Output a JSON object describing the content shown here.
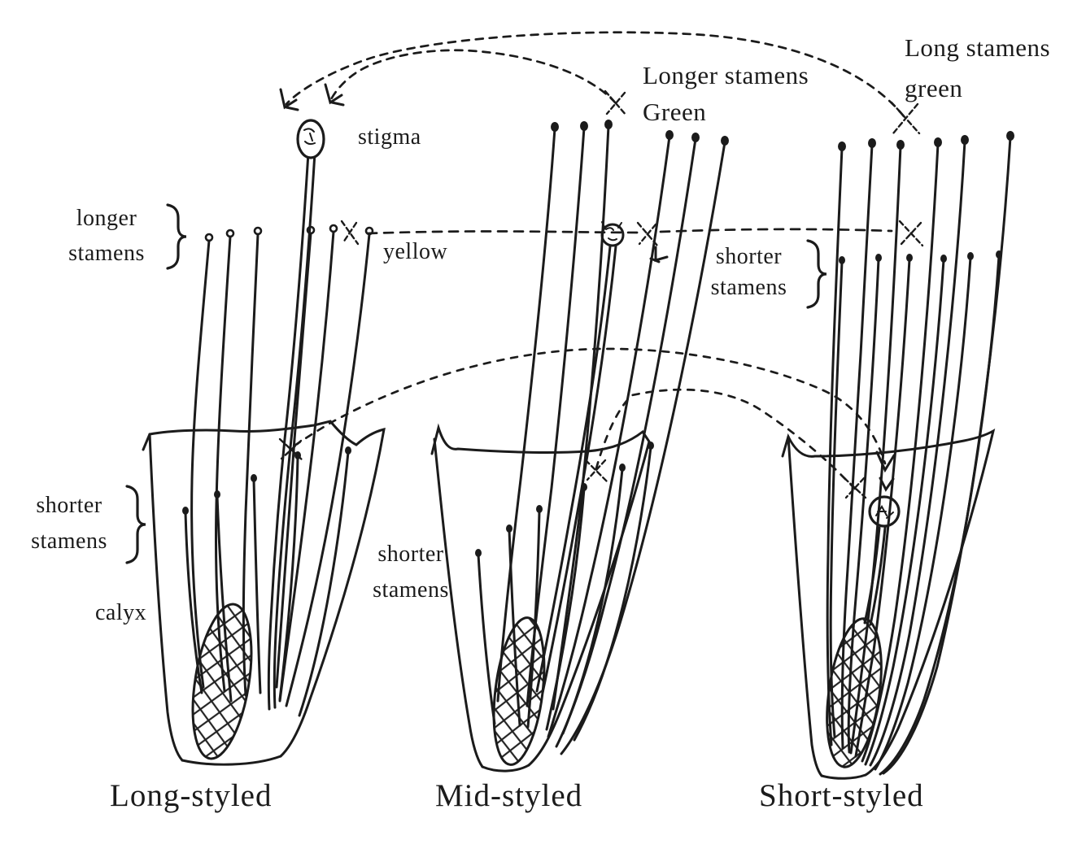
{
  "figure": {
    "background_color": "#ffffff",
    "ink_color": "#1b1b1b",
    "annotations": {
      "long_stamens_green": {
        "line1": "Long stamens",
        "line2": "green"
      },
      "longer_stamens_green": {
        "line1": "Longer stamens",
        "line2": "Green"
      },
      "stigma": "stigma",
      "longer_stamens_left": {
        "line1": "longer",
        "line2": "stamens"
      },
      "yellow": "yellow",
      "shorter_stamens_right": {
        "line1": "shorter",
        "line2": "stamens"
      },
      "shorter_stamens_left": {
        "line1": "shorter",
        "line2": "stamens"
      },
      "shorter_stamens_mid": {
        "line1": "shorter",
        "line2": "stamens"
      },
      "calyx": "calyx"
    },
    "morphs": [
      {
        "label": "Long-styled"
      },
      {
        "label": "Mid-styled"
      },
      {
        "label": "Short-styled"
      }
    ]
  }
}
